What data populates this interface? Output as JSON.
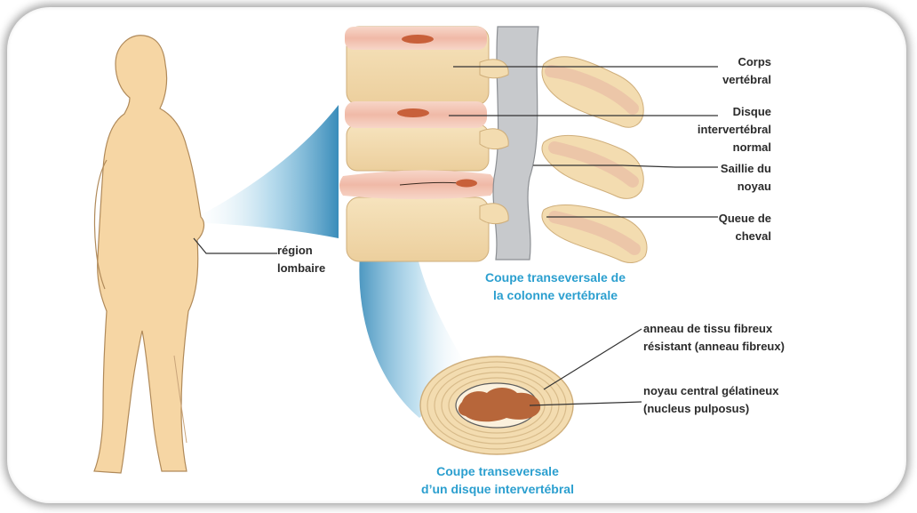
{
  "labels": {
    "corps_1": "Corps",
    "corps_2": "vertébral",
    "disque_1": "Disque",
    "disque_2": "intervertébral",
    "disque_3": "normal",
    "saillie_1": "Saillie du",
    "saillie_2": "noyau",
    "queue_1": "Queue de",
    "queue_2": "cheval",
    "region_1": "région",
    "region_2": "lombaire",
    "anneau_1": "anneau de tissu fibreux",
    "anneau_2": "résistant (anneau fibreux)",
    "noyau_1": "noyau central gélatineux",
    "noyau_2": "(nucleus pulposus)"
  },
  "captions": {
    "colonne_1": "Coupe transeversale  de",
    "colonne_2": "la colonne vertébrale",
    "disque_1": "Coupe transeversale",
    "disque_2": "d’un disque intervertébral"
  },
  "colors": {
    "skin": "#f6d6a4",
    "vertebra": "#f3dcb0",
    "disc": "#f2c3b4",
    "nucleus": "#b7663a",
    "canal": "#c7c9cc",
    "caption": "#2b9fcf",
    "zoom": "#2f86b6"
  }
}
